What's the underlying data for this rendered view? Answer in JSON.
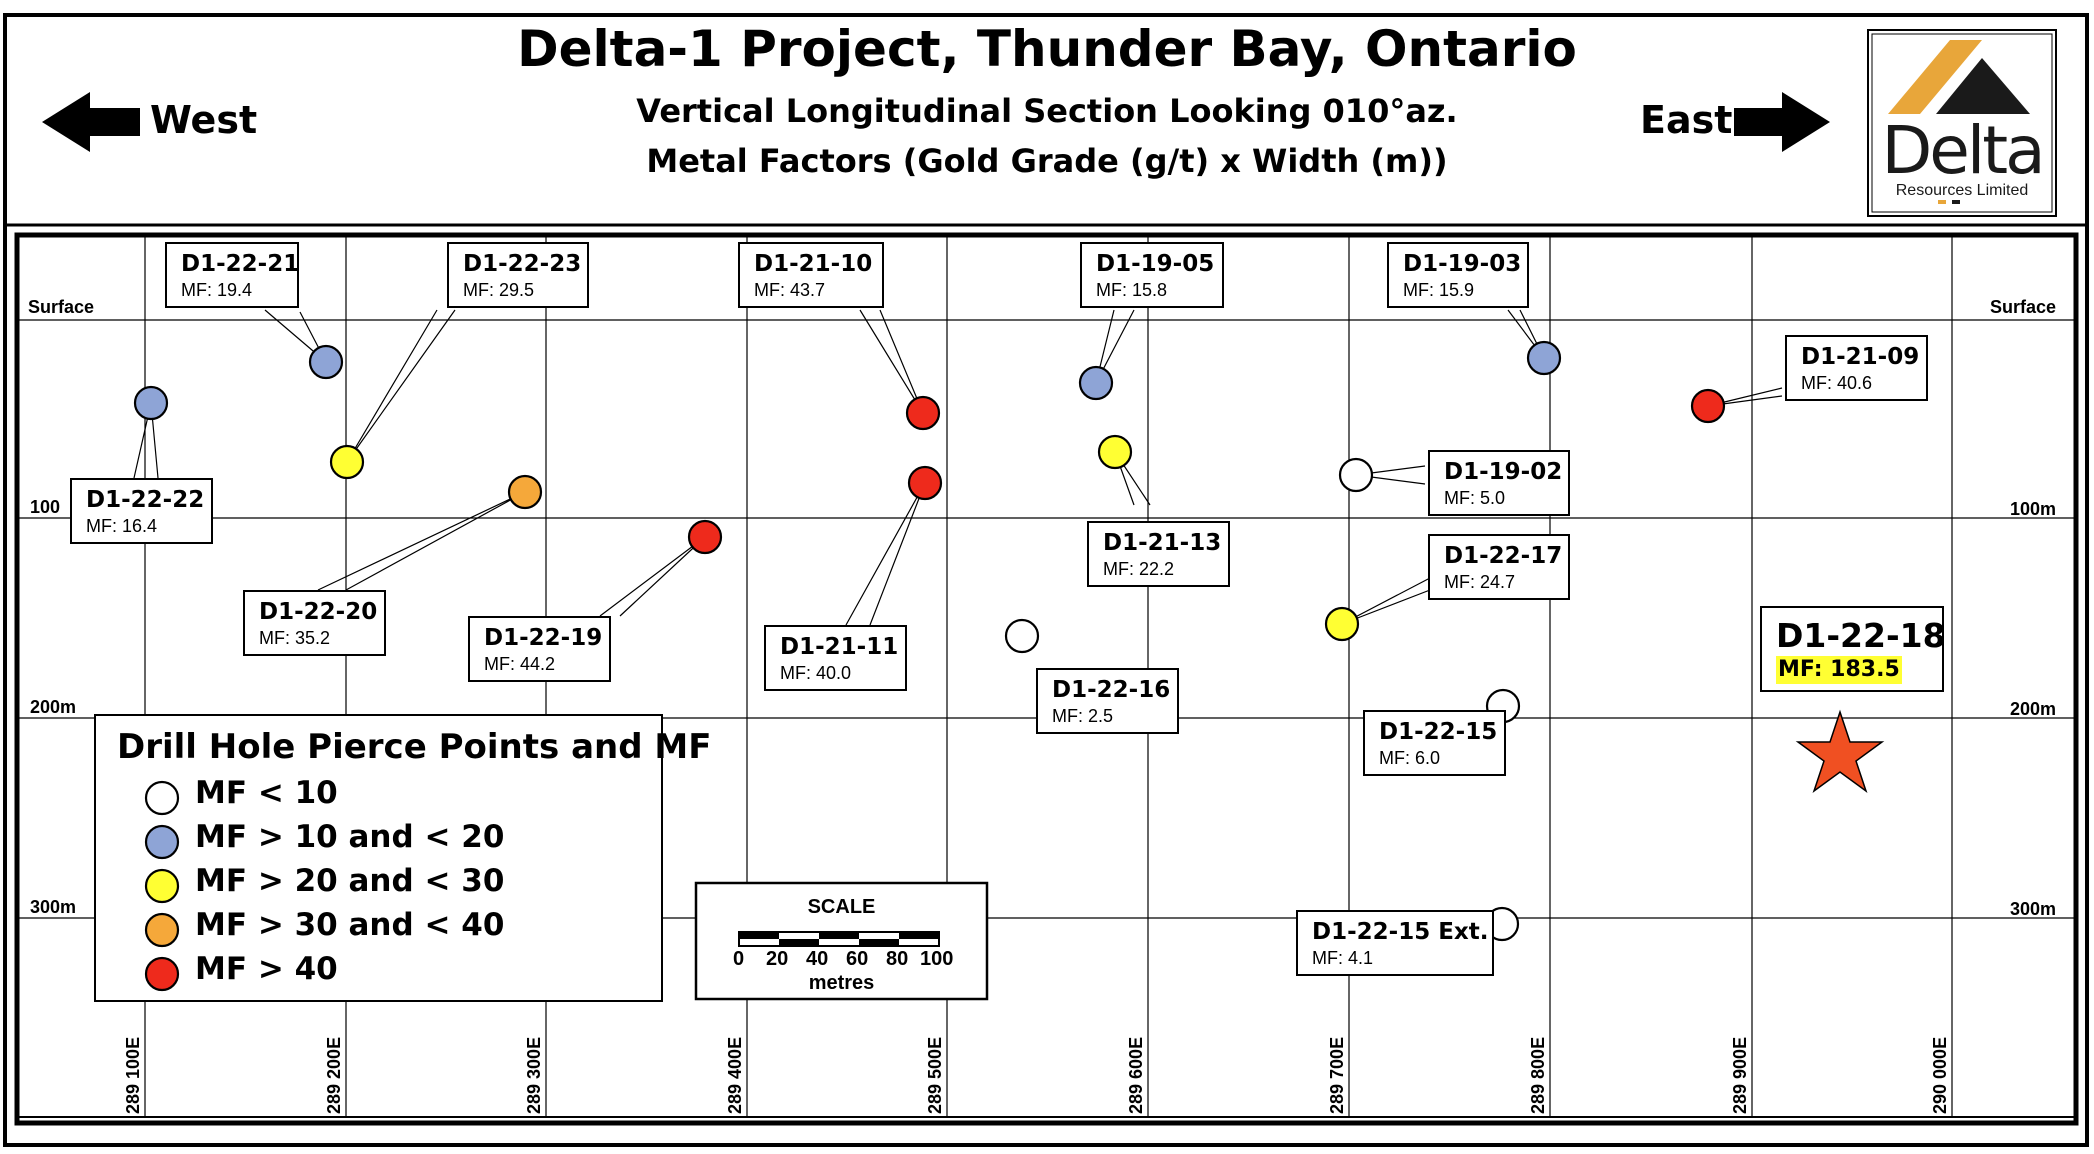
{
  "title": "Delta-1 Project, Thunder Bay, Ontario",
  "subtitle1": "Vertical Longitudinal Section Looking 010°az.",
  "subtitle2": "Metal Factors (Gold Grade (g/t) x Width (m))",
  "west_label": "West",
  "east_label": "East",
  "logo": {
    "word": "Delta",
    "tagline": "Resources Limited"
  },
  "depth_labels": {
    "surface": "Surface",
    "d100": "100m",
    "d200": "200m",
    "d300": "300m",
    "d100_left": "100"
  },
  "eastings": [
    "289 100E",
    "289 200E",
    "289 300E",
    "289 400E",
    "289 500E",
    "289 600E",
    "289 700E",
    "289 800E",
    "289 900E",
    "290 000E"
  ],
  "colors": {
    "white": "#ffffff",
    "blue": "#8ea4d6",
    "yellow": "#ffff33",
    "orange": "#f5a83a",
    "red": "#ee2a1c",
    "star": "#f05022",
    "highlight": "#ffff33"
  },
  "holes": [
    {
      "id": "D1-22-21",
      "mf": "MF: 19.4",
      "cls": "blue"
    },
    {
      "id": "D1-22-23",
      "mf": "MF: 29.5",
      "cls": "yellow"
    },
    {
      "id": "D1-21-10",
      "mf": "MF: 43.7",
      "cls": "red"
    },
    {
      "id": "D1-19-05",
      "mf": "MF: 15.8",
      "cls": "blue"
    },
    {
      "id": "D1-19-03",
      "mf": "MF: 15.9",
      "cls": "blue"
    },
    {
      "id": "D1-21-09",
      "mf": "MF: 40.6",
      "cls": "red"
    },
    {
      "id": "D1-22-22",
      "mf": "MF: 16.4",
      "cls": "blue"
    },
    {
      "id": "D1-19-02",
      "mf": "MF: 5.0",
      "cls": "white"
    },
    {
      "id": "D1-21-13",
      "mf": "MF: 22.2",
      "cls": "yellow"
    },
    {
      "id": "D1-22-17",
      "mf": "MF: 24.7",
      "cls": "yellow"
    },
    {
      "id": "D1-22-20",
      "mf": "MF: 35.2",
      "cls": "orange"
    },
    {
      "id": "D1-22-19",
      "mf": "MF: 44.2",
      "cls": "red"
    },
    {
      "id": "D1-21-11",
      "mf": "MF: 40.0",
      "cls": "red"
    },
    {
      "id": "D1-22-16",
      "mf": "MF: 2.5",
      "cls": "white"
    },
    {
      "id": "D1-22-15",
      "mf": "MF: 6.0",
      "cls": "white"
    },
    {
      "id": "D1-22-15 Ext.",
      "mf": "MF: 4.1",
      "cls": "white"
    }
  ],
  "highlight": {
    "id": "D1-22-18",
    "mf": "MF: 183.5"
  },
  "legend": {
    "title": "Drill Hole Pierce Points and MF",
    "items": [
      {
        "label": "MF < 10",
        "cls": "white"
      },
      {
        "label": "MF > 10 and < 20",
        "cls": "blue"
      },
      {
        "label": "MF > 20 and < 30",
        "cls": "yellow"
      },
      {
        "label": "MF > 30 and < 40",
        "cls": "orange"
      },
      {
        "label": "MF > 40",
        "cls": "red"
      }
    ]
  },
  "scale": {
    "title": "SCALE",
    "ticks": [
      "0",
      "20",
      "40",
      "60",
      "80",
      "100"
    ],
    "unit": "metres"
  }
}
